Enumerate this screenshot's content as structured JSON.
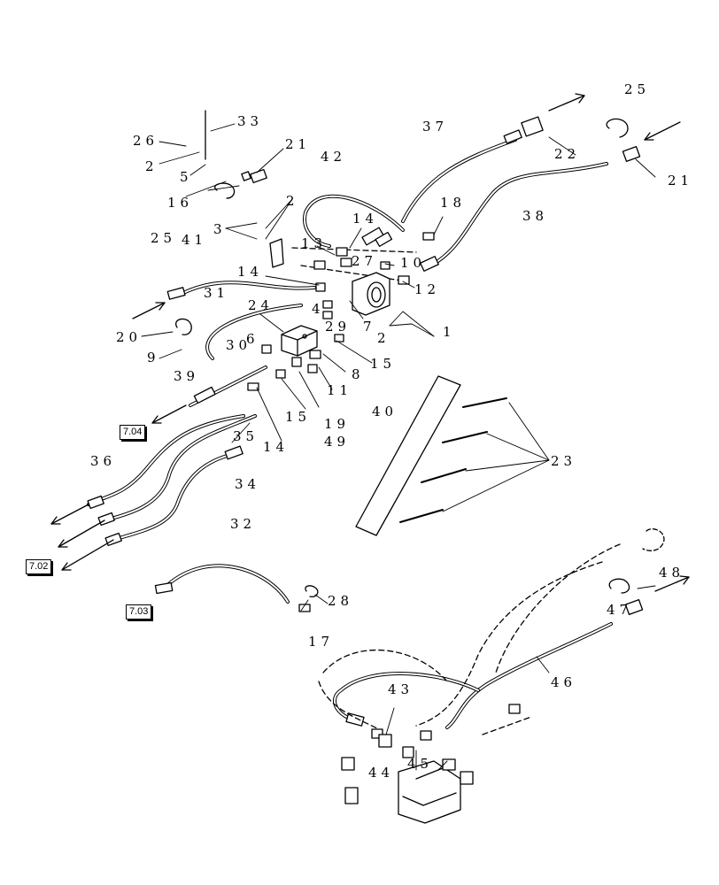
{
  "diagram": {
    "callouts": [
      {
        "id": "c25a",
        "text": "25"
      },
      {
        "id": "c33",
        "text": "33"
      },
      {
        "id": "c37",
        "text": "37"
      },
      {
        "id": "c26",
        "text": "26"
      },
      {
        "id": "c21a",
        "text": "21"
      },
      {
        "id": "c2a",
        "text": "2"
      },
      {
        "id": "c5",
        "text": "5"
      },
      {
        "id": "c22",
        "text": "22"
      },
      {
        "id": "c21b",
        "text": "21"
      },
      {
        "id": "c42",
        "text": "42"
      },
      {
        "id": "c16",
        "text": "16"
      },
      {
        "id": "c2b",
        "text": "2"
      },
      {
        "id": "c18",
        "text": "18"
      },
      {
        "id": "c38",
        "text": "38"
      },
      {
        "id": "c14a",
        "text": "14"
      },
      {
        "id": "c3a",
        "text": "3"
      },
      {
        "id": "c25b",
        "text": "25"
      },
      {
        "id": "c41",
        "text": "41"
      },
      {
        "id": "c13",
        "text": "13"
      },
      {
        "id": "c27",
        "text": "27"
      },
      {
        "id": "c10",
        "text": "10"
      },
      {
        "id": "c14b",
        "text": "14"
      },
      {
        "id": "c12",
        "text": "12"
      },
      {
        "id": "c31",
        "text": "31"
      },
      {
        "id": "c24",
        "text": "24"
      },
      {
        "id": "c4",
        "text": "4"
      },
      {
        "id": "c29",
        "text": "29"
      },
      {
        "id": "c7",
        "text": "7"
      },
      {
        "id": "c1",
        "text": "1"
      },
      {
        "id": "c20",
        "text": "20"
      },
      {
        "id": "c2c",
        "text": "2"
      },
      {
        "id": "c30",
        "text": "30"
      },
      {
        "id": "c6",
        "text": "6"
      },
      {
        "id": "c9",
        "text": "9"
      },
      {
        "id": "c15a",
        "text": "15"
      },
      {
        "id": "c8",
        "text": "8"
      },
      {
        "id": "c39",
        "text": "39"
      },
      {
        "id": "c11",
        "text": "11"
      },
      {
        "id": "c40",
        "text": "40"
      },
      {
        "id": "c15b",
        "text": "15"
      },
      {
        "id": "c19",
        "text": "19"
      },
      {
        "id": "c49",
        "text": "49"
      },
      {
        "id": "c35",
        "text": "35"
      },
      {
        "id": "c14c",
        "text": "14"
      },
      {
        "id": "c23",
        "text": "23"
      },
      {
        "id": "c36",
        "text": "36"
      },
      {
        "id": "c34",
        "text": "34"
      },
      {
        "id": "c32",
        "text": "32"
      },
      {
        "id": "c48",
        "text": "48"
      },
      {
        "id": "c28",
        "text": "28"
      },
      {
        "id": "c47",
        "text": "47"
      },
      {
        "id": "c17",
        "text": "17"
      },
      {
        "id": "c46",
        "text": "46"
      },
      {
        "id": "c43",
        "text": "43"
      },
      {
        "id": "c44",
        "text": "44"
      },
      {
        "id": "c45",
        "text": "45"
      }
    ],
    "refs": [
      {
        "id": "r704",
        "text": "7.04"
      },
      {
        "id": "r702",
        "text": "7.02"
      },
      {
        "id": "r703",
        "text": "7.03"
      }
    ]
  }
}
